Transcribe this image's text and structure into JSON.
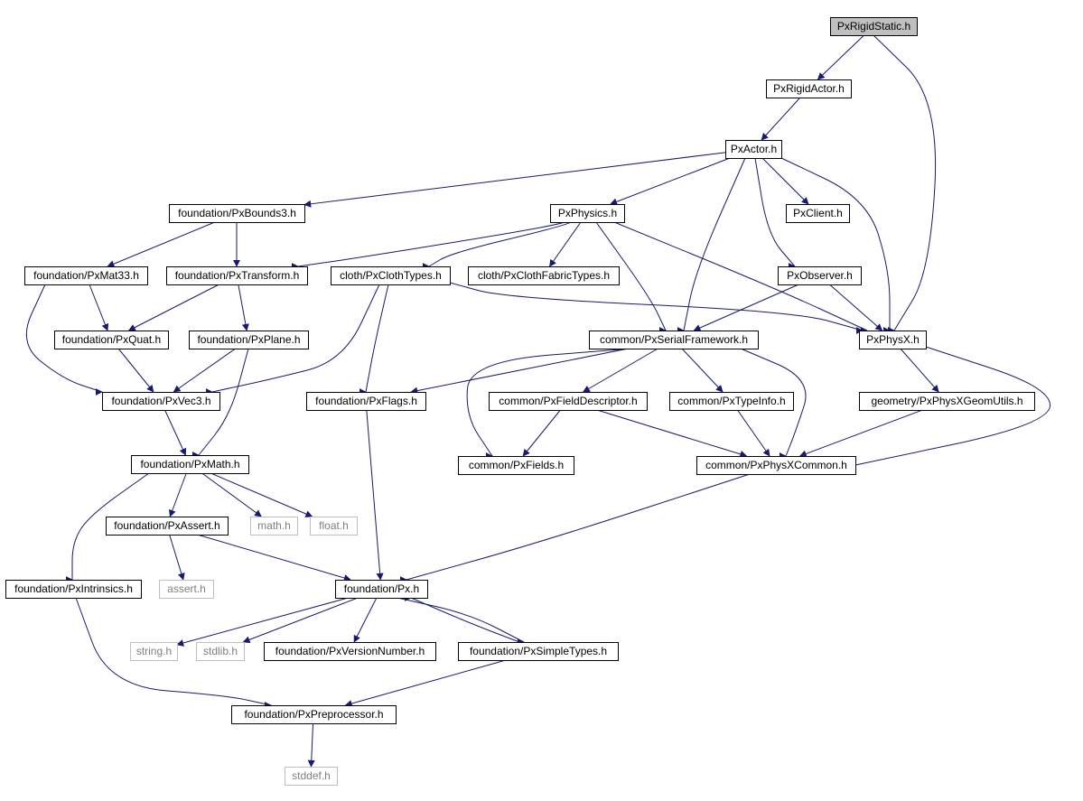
{
  "diagram": {
    "type": "include-dependency-graph",
    "colors": {
      "edge": "#191970",
      "root_fill": "#bfbfbf",
      "node_border": "#000000",
      "external_border": "#bfbfbf",
      "external_text": "#7f7f7f"
    },
    "nodes": [
      {
        "id": "pxrigidstatic",
        "label": "PxRigidStatic.h",
        "kind": "root"
      },
      {
        "id": "pxrigidactor",
        "label": "PxRigidActor.h",
        "kind": "normal"
      },
      {
        "id": "pxactor",
        "label": "PxActor.h",
        "kind": "normal"
      },
      {
        "id": "bounds3",
        "label": "foundation/PxBounds3.h",
        "kind": "normal"
      },
      {
        "id": "pxphysics",
        "label": "PxPhysics.h",
        "kind": "normal"
      },
      {
        "id": "pxclient",
        "label": "PxClient.h",
        "kind": "normal"
      },
      {
        "id": "mat33",
        "label": "foundation/PxMat33.h",
        "kind": "normal"
      },
      {
        "id": "transform",
        "label": "foundation/PxTransform.h",
        "kind": "normal"
      },
      {
        "id": "clothtypes",
        "label": "cloth/PxClothTypes.h",
        "kind": "normal"
      },
      {
        "id": "clothfabric",
        "label": "cloth/PxClothFabricTypes.h",
        "kind": "normal"
      },
      {
        "id": "observer",
        "label": "PxObserver.h",
        "kind": "normal"
      },
      {
        "id": "quat",
        "label": "foundation/PxQuat.h",
        "kind": "normal"
      },
      {
        "id": "plane",
        "label": "foundation/PxPlane.h",
        "kind": "normal"
      },
      {
        "id": "serialfw",
        "label": "common/PxSerialFramework.h",
        "kind": "normal"
      },
      {
        "id": "physx",
        "label": "PxPhysX.h",
        "kind": "normal"
      },
      {
        "id": "vec3",
        "label": "foundation/PxVec3.h",
        "kind": "normal"
      },
      {
        "id": "flags",
        "label": "foundation/PxFlags.h",
        "kind": "normal"
      },
      {
        "id": "fielddesc",
        "label": "common/PxFieldDescriptor.h",
        "kind": "normal"
      },
      {
        "id": "typeinfo",
        "label": "common/PxTypeInfo.h",
        "kind": "normal"
      },
      {
        "id": "geomutils",
        "label": "geometry/PxPhysXGeomUtils.h",
        "kind": "normal"
      },
      {
        "id": "math",
        "label": "foundation/PxMath.h",
        "kind": "normal"
      },
      {
        "id": "fields",
        "label": "common/PxFields.h",
        "kind": "normal"
      },
      {
        "id": "physxcommon",
        "label": "common/PxPhysXCommon.h",
        "kind": "normal"
      },
      {
        "id": "assert",
        "label": "foundation/PxAssert.h",
        "kind": "normal"
      },
      {
        "id": "mathh",
        "label": "math.h",
        "kind": "external"
      },
      {
        "id": "floath",
        "label": "float.h",
        "kind": "external"
      },
      {
        "id": "intrinsics",
        "label": "foundation/PxIntrinsics.h",
        "kind": "normal"
      },
      {
        "id": "asserth",
        "label": "assert.h",
        "kind": "external"
      },
      {
        "id": "px",
        "label": "foundation/Px.h",
        "kind": "normal"
      },
      {
        "id": "stringh",
        "label": "string.h",
        "kind": "external"
      },
      {
        "id": "stdlibh",
        "label": "stdlib.h",
        "kind": "external"
      },
      {
        "id": "version",
        "label": "foundation/PxVersionNumber.h",
        "kind": "normal"
      },
      {
        "id": "simpletypes",
        "label": "foundation/PxSimpleTypes.h",
        "kind": "normal"
      },
      {
        "id": "preprocessor",
        "label": "foundation/PxPreprocessor.h",
        "kind": "normal"
      },
      {
        "id": "stddefh",
        "label": "stddef.h",
        "kind": "external"
      }
    ],
    "edges": [
      {
        "from": "pxrigidstatic",
        "to": "pxrigidactor"
      },
      {
        "from": "pxrigidstatic",
        "to": "physx"
      },
      {
        "from": "pxrigidactor",
        "to": "pxactor"
      },
      {
        "from": "pxactor",
        "to": "bounds3"
      },
      {
        "from": "pxactor",
        "to": "pxphysics"
      },
      {
        "from": "pxactor",
        "to": "pxclient"
      },
      {
        "from": "pxactor",
        "to": "observer"
      },
      {
        "from": "pxactor",
        "to": "serialfw"
      },
      {
        "from": "pxactor",
        "to": "physx"
      },
      {
        "from": "bounds3",
        "to": "mat33"
      },
      {
        "from": "bounds3",
        "to": "transform"
      },
      {
        "from": "pxphysics",
        "to": "transform"
      },
      {
        "from": "pxphysics",
        "to": "clothtypes"
      },
      {
        "from": "pxphysics",
        "to": "clothfabric"
      },
      {
        "from": "pxphysics",
        "to": "serialfw"
      },
      {
        "from": "pxphysics",
        "to": "physx"
      },
      {
        "from": "mat33",
        "to": "quat"
      },
      {
        "from": "mat33",
        "to": "vec3"
      },
      {
        "from": "transform",
        "to": "quat"
      },
      {
        "from": "transform",
        "to": "plane"
      },
      {
        "from": "clothtypes",
        "to": "vec3"
      },
      {
        "from": "clothtypes",
        "to": "flags"
      },
      {
        "from": "clothtypes",
        "to": "physx"
      },
      {
        "from": "observer",
        "to": "serialfw"
      },
      {
        "from": "observer",
        "to": "physx"
      },
      {
        "from": "quat",
        "to": "vec3"
      },
      {
        "from": "plane",
        "to": "vec3"
      },
      {
        "from": "plane",
        "to": "math"
      },
      {
        "from": "serialfw",
        "to": "flags"
      },
      {
        "from": "serialfw",
        "to": "fielddesc"
      },
      {
        "from": "serialfw",
        "to": "typeinfo"
      },
      {
        "from": "serialfw",
        "to": "fields"
      },
      {
        "from": "serialfw",
        "to": "physxcommon"
      },
      {
        "from": "physx",
        "to": "geomutils"
      },
      {
        "from": "physx",
        "to": "physxcommon"
      },
      {
        "from": "vec3",
        "to": "math"
      },
      {
        "from": "flags",
        "to": "px"
      },
      {
        "from": "fielddesc",
        "to": "fields"
      },
      {
        "from": "fielddesc",
        "to": "physxcommon"
      },
      {
        "from": "typeinfo",
        "to": "physxcommon"
      },
      {
        "from": "geomutils",
        "to": "physxcommon"
      },
      {
        "from": "math",
        "to": "assert"
      },
      {
        "from": "math",
        "to": "mathh"
      },
      {
        "from": "math",
        "to": "floath"
      },
      {
        "from": "math",
        "to": "intrinsics"
      },
      {
        "from": "physxcommon",
        "to": "px"
      },
      {
        "from": "assert",
        "to": "asserth"
      },
      {
        "from": "assert",
        "to": "px"
      },
      {
        "from": "intrinsics",
        "to": "preprocessor"
      },
      {
        "from": "px",
        "to": "stringh"
      },
      {
        "from": "px",
        "to": "stdlibh"
      },
      {
        "from": "px",
        "to": "version"
      },
      {
        "from": "px",
        "to": "simpletypes"
      },
      {
        "from": "simpletypes",
        "to": "px"
      },
      {
        "from": "simpletypes",
        "to": "preprocessor"
      },
      {
        "from": "preprocessor",
        "to": "stddefh"
      }
    ]
  }
}
